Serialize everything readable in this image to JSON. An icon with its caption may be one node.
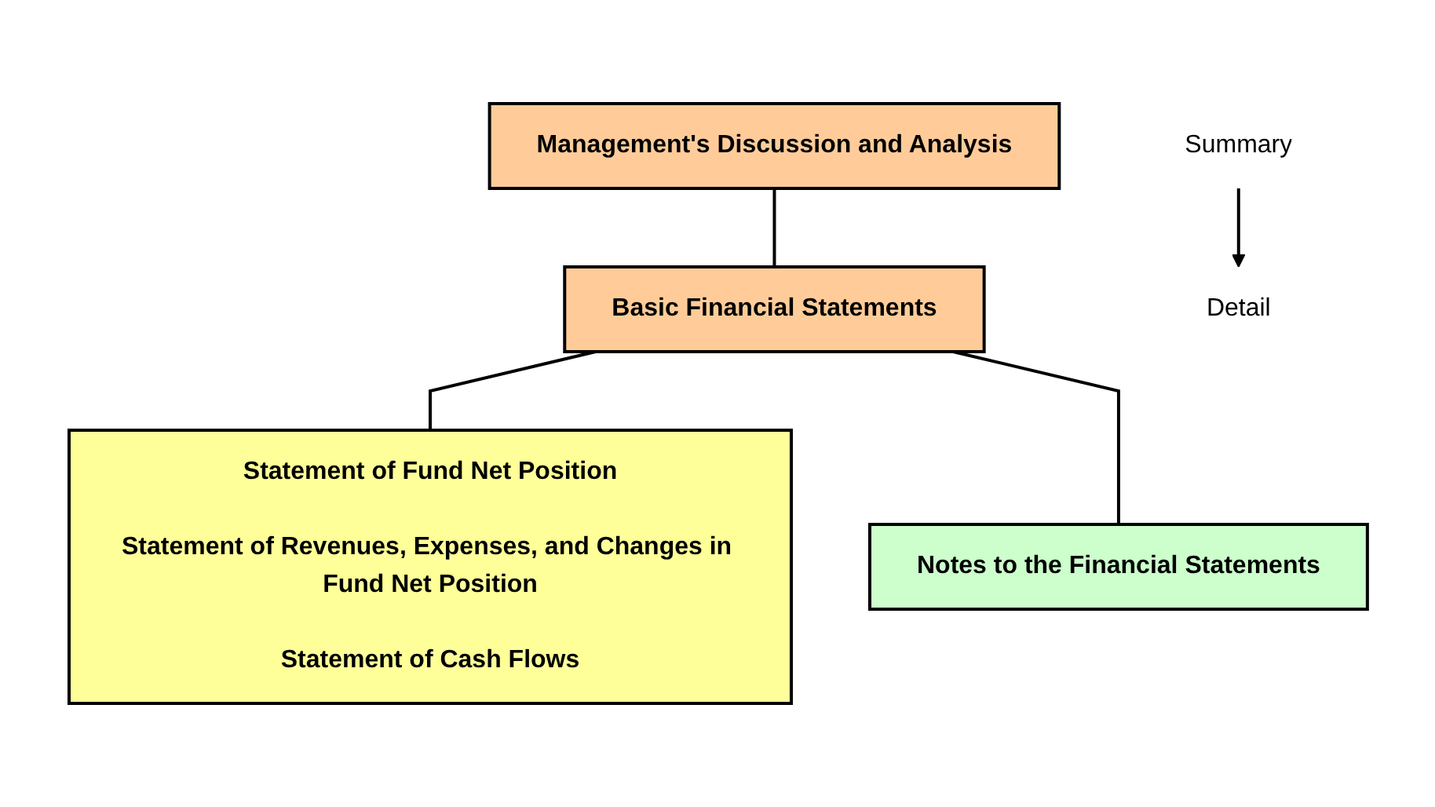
{
  "diagram": {
    "nodes": [
      {
        "text": [
          "Management's Discussion and Analysis"
        ]
      },
      {
        "text": [
          "Basic Financial Statements"
        ]
      },
      {
        "text": [
          "Statement of Fund Net Position",
          "Statement of Revenues, Expenses, and Changes in Fund Net Position",
          "Statement of Cash Flows"
        ]
      },
      {
        "text": [
          "Notes to the Financial Statements"
        ]
      },
      {
        "text": [
          "Summary"
        ]
      },
      {
        "text": [
          "Detail"
        ]
      }
    ],
    "edges": [
      {
        "from": 0,
        "to": 1,
        "arrow": "none"
      },
      {
        "from": 1,
        "to": 2,
        "arrow": "none"
      },
      {
        "from": 1,
        "to": 3,
        "arrow": "none"
      },
      {
        "from": 4,
        "to": 5,
        "arrow": "to"
      }
    ]
  }
}
